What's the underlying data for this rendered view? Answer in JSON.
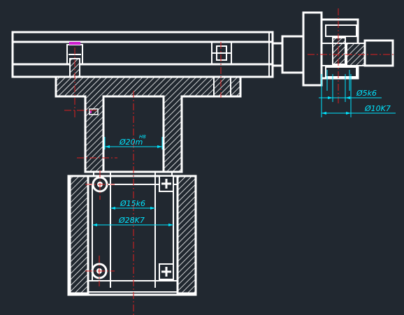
{
  "drawing": {
    "colors": {
      "background": "#212830",
      "outline": "#ffffff",
      "dimension": "#00e5ff",
      "centerline": "#e02020",
      "marker": "#d020d0"
    },
    "dimensions": {
      "upper_shaft_fit": "Ø20m",
      "upper_shaft_fit_tolerance": "H8",
      "lower_inner_fit": "Ø15k6",
      "lower_outer_fit": "Ø28K7",
      "right_shaft_fit": "Ø5k6",
      "right_bore_fit": "Ø10K7"
    }
  }
}
